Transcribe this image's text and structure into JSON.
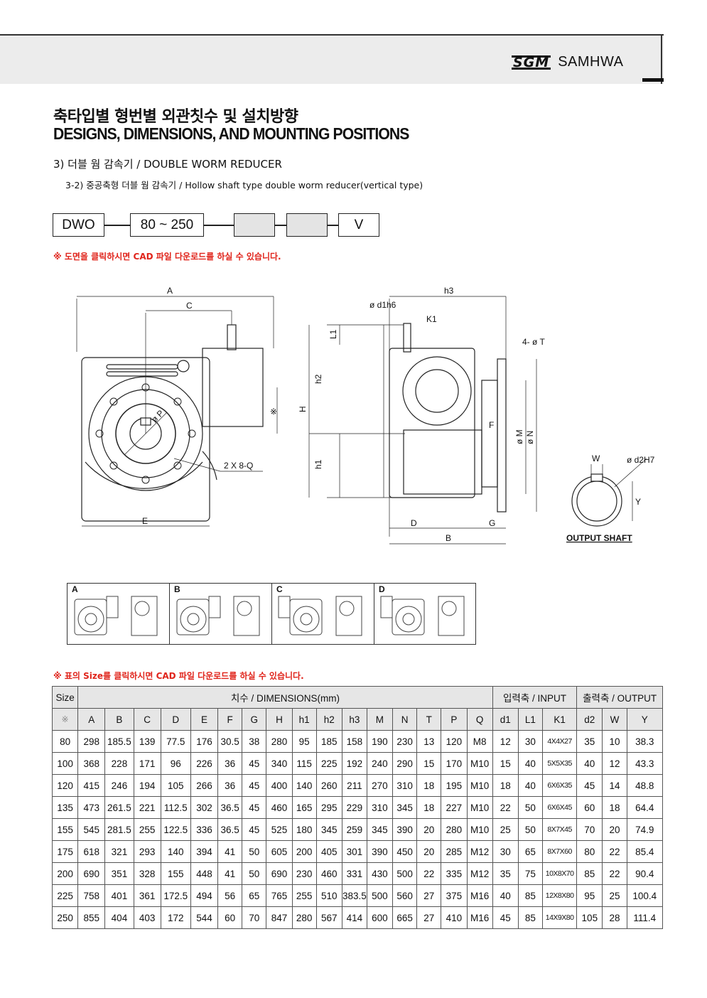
{
  "header": {
    "brand_logo": "SGM",
    "brand_name": "SAMHWA"
  },
  "title": {
    "korean": "축타입별 형번별 외관칫수 및 설치방향",
    "english": "DESIGNS, DIMENSIONS, AND MOUNTING POSITIONS"
  },
  "section": "3) 더블 웜 감속기 / DOUBLE WORM REDUCER",
  "subsection": "3-2) 중공축형 더블 웜 감속기 / Hollow shaft type double worm reducer(vertical type)",
  "model_code": {
    "series": "DWO",
    "range": "80 ~ 250",
    "blank1": "",
    "blank2": "",
    "suffix": "V"
  },
  "notices": {
    "drawing": "※ 도면을 클릭하시면 CAD 파일 다운로드를 하실 수 있습니다.",
    "table": "※ 표의 Size를 클릭하시면 CAD 파일 다운로드를 하실 수 있습니다."
  },
  "drawing_labels": {
    "A": "A",
    "C": "C",
    "E": "E",
    "P": "ø P",
    "Q": "2 X 8-Q",
    "mark": "※",
    "h3": "h3",
    "d1": "ø d1h6",
    "K1": "K1",
    "L1": "L1",
    "T": "4- ø T",
    "H": "H",
    "h2": "h2",
    "h1": "h1",
    "F": "F",
    "M": "ø M",
    "N": "ø N",
    "D": "D",
    "G": "G",
    "B": "B",
    "W": "W",
    "d2": "ø d2H7",
    "Y": "Y",
    "output_shaft": "OUTPUT SHAFT"
  },
  "mounting_positions": [
    "A",
    "B",
    "C",
    "D"
  ],
  "table": {
    "size_header": "Size",
    "group_dimensions": "치수 / DIMENSIONS(mm)",
    "group_input": "입력축 / INPUT",
    "group_output": "출력축 / OUTPUT",
    "size_symbol": "※",
    "columns": [
      "A",
      "B",
      "C",
      "D",
      "E",
      "F",
      "G",
      "H",
      "h1",
      "h2",
      "h3",
      "M",
      "N",
      "T",
      "P",
      "Q",
      "d1",
      "L1",
      "K1",
      "d2",
      "W",
      "Y"
    ],
    "rows": [
      [
        "80",
        "298",
        "185.5",
        "139",
        "77.5",
        "176",
        "30.5",
        "38",
        "280",
        "95",
        "185",
        "158",
        "190",
        "230",
        "13",
        "120",
        "M8",
        "12",
        "30",
        "4X4X27",
        "35",
        "10",
        "38.3"
      ],
      [
        "100",
        "368",
        "228",
        "171",
        "96",
        "226",
        "36",
        "45",
        "340",
        "115",
        "225",
        "192",
        "240",
        "290",
        "15",
        "170",
        "M10",
        "15",
        "40",
        "5X5X35",
        "40",
        "12",
        "43.3"
      ],
      [
        "120",
        "415",
        "246",
        "194",
        "105",
        "266",
        "36",
        "45",
        "400",
        "140",
        "260",
        "211",
        "270",
        "310",
        "18",
        "195",
        "M10",
        "18",
        "40",
        "6X6X35",
        "45",
        "14",
        "48.8"
      ],
      [
        "135",
        "473",
        "261.5",
        "221",
        "112.5",
        "302",
        "36.5",
        "45",
        "460",
        "165",
        "295",
        "229",
        "310",
        "345",
        "18",
        "227",
        "M10",
        "22",
        "50",
        "6X6X45",
        "60",
        "18",
        "64.4"
      ],
      [
        "155",
        "545",
        "281.5",
        "255",
        "122.5",
        "336",
        "36.5",
        "45",
        "525",
        "180",
        "345",
        "259",
        "345",
        "390",
        "20",
        "280",
        "M10",
        "25",
        "50",
        "8X7X45",
        "70",
        "20",
        "74.9"
      ],
      [
        "175",
        "618",
        "321",
        "293",
        "140",
        "394",
        "41",
        "50",
        "605",
        "200",
        "405",
        "301",
        "390",
        "450",
        "20",
        "285",
        "M12",
        "30",
        "65",
        "8X7X60",
        "80",
        "22",
        "85.4"
      ],
      [
        "200",
        "690",
        "351",
        "328",
        "155",
        "448",
        "41",
        "50",
        "690",
        "230",
        "460",
        "331",
        "430",
        "500",
        "22",
        "335",
        "M12",
        "35",
        "75",
        "10X8X70",
        "85",
        "22",
        "90.4"
      ],
      [
        "225",
        "758",
        "401",
        "361",
        "172.5",
        "494",
        "56",
        "65",
        "765",
        "255",
        "510",
        "383.5",
        "500",
        "560",
        "27",
        "375",
        "M16",
        "40",
        "85",
        "12X8X80",
        "95",
        "25",
        "100.4"
      ],
      [
        "250",
        "855",
        "404",
        "403",
        "172",
        "544",
        "60",
        "70",
        "847",
        "280",
        "567",
        "414",
        "600",
        "665",
        "27",
        "410",
        "M16",
        "45",
        "85",
        "14X9X80",
        "105",
        "28",
        "111.4"
      ]
    ]
  }
}
